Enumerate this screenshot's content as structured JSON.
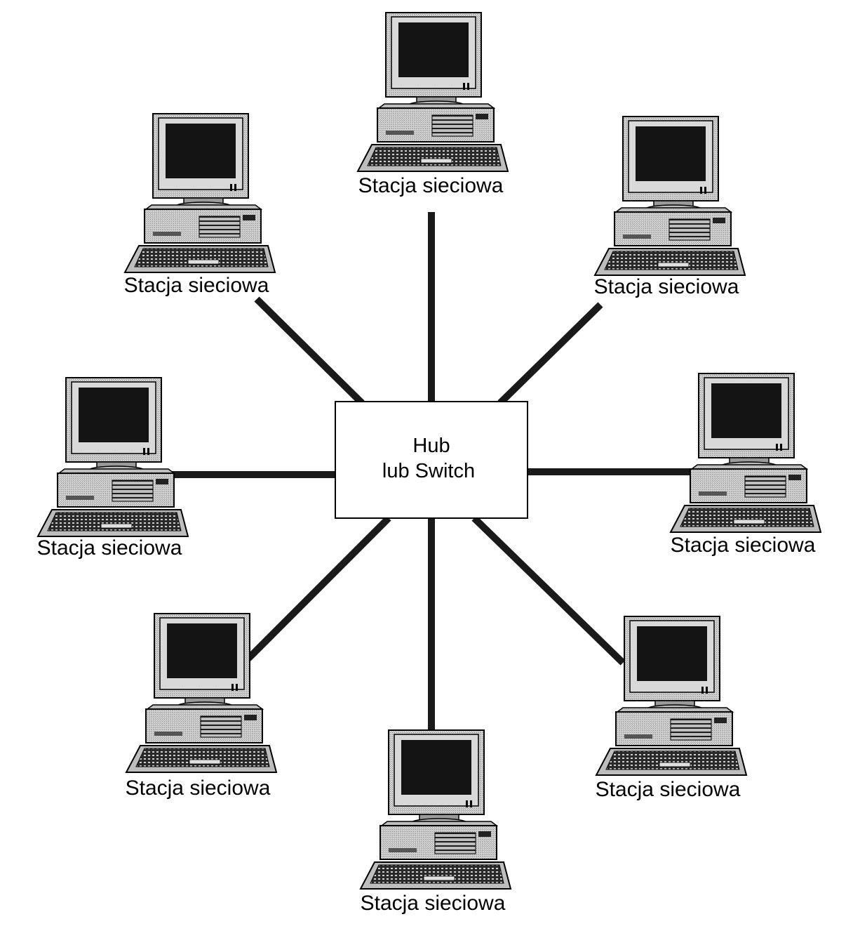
{
  "diagram": {
    "hub": {
      "line1": "Hub",
      "line2": "lub Switch"
    },
    "stations": [
      {
        "label": "Stacja sieciowa"
      },
      {
        "label": "Stacja sieciowa"
      },
      {
        "label": "Stacja sieciowa"
      },
      {
        "label": "Stacja sieciowa"
      },
      {
        "label": "Stacja sieciowa"
      },
      {
        "label": "Stacja sieciowa"
      },
      {
        "label": "Stacja sieciowa"
      },
      {
        "label": "Stacja sieciowa"
      }
    ],
    "colors": {
      "case": "#c9c9c9",
      "screen": "#141414",
      "outline": "#000000",
      "link": "#1a1a1a"
    }
  }
}
